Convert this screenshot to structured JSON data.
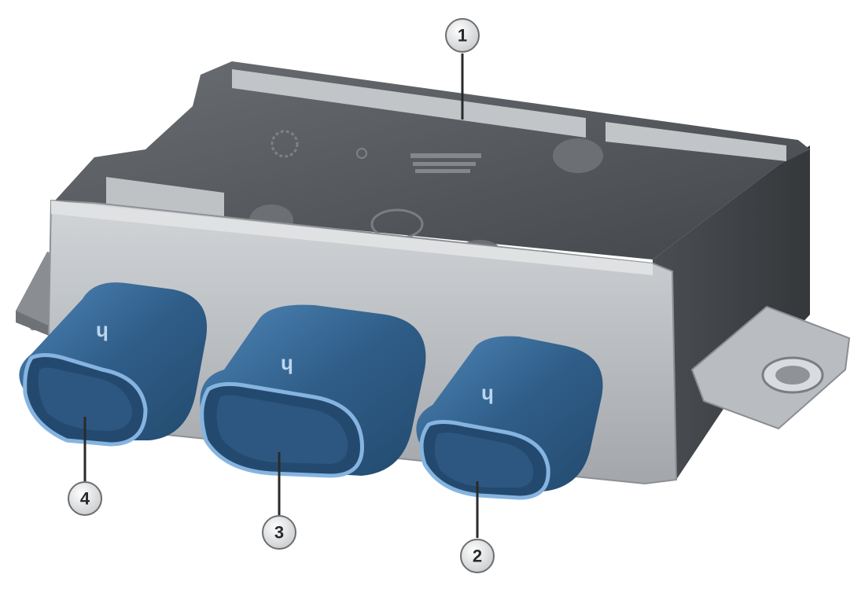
{
  "callouts": [
    {
      "id": "c1",
      "label": "1"
    },
    {
      "id": "c2",
      "label": "2"
    },
    {
      "id": "c3",
      "label": "3"
    },
    {
      "id": "c4",
      "label": "4"
    }
  ],
  "colors": {
    "housing_light": "#c4c7ca",
    "housing_mid": "#a9adb1",
    "housing_dark": "#55595d",
    "housing_top": "#5b5f63",
    "connector_blue": "#3d6f9c",
    "connector_rim": "#7aaad8"
  }
}
